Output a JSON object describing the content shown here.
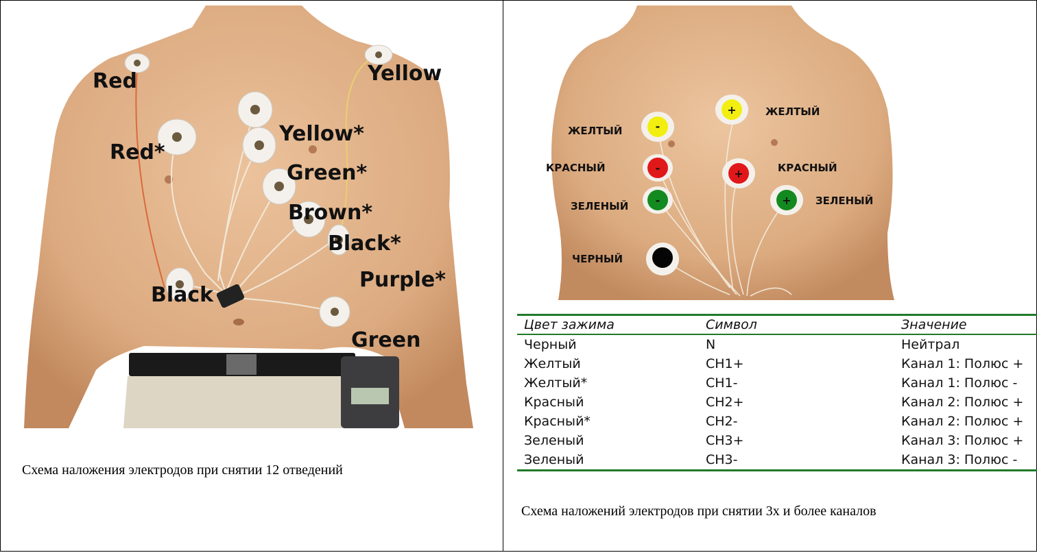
{
  "left_panel": {
    "labels": [
      "Red",
      "Yellow",
      "Red*",
      "Yellow*",
      "Green*",
      "Brown*",
      "Black*",
      "Purple*",
      "Black",
      "Green"
    ],
    "caption": "Схема наложения электродов  при снятии 12 отведений"
  },
  "right_panel": {
    "labels": [
      "ЖЕЛТЫЙ",
      "ЖЕЛТЫЙ",
      "КРАСНЫЙ",
      "КРАСНЫЙ",
      "ЗЕЛЕНЫЙ",
      "ЗЕЛЕНЫЙ",
      "ЧЕРНЫЙ"
    ],
    "symbols": [
      "-",
      "+",
      "-",
      "+",
      "-",
      "+"
    ],
    "table": {
      "headers": [
        "Цвет зажима",
        "Символ",
        "Значение"
      ],
      "rows": [
        [
          "Черный",
          "N",
          "Нейтрал"
        ],
        [
          "Желтый",
          "CH1+",
          "Канал 1: Полюс +"
        ],
        [
          "Желтый*",
          "CH1-",
          "Канал 1: Полюс -"
        ],
        [
          "Красный",
          "CH2+",
          "Канал 2: Полюс +"
        ],
        [
          "Красный*",
          "CH2-",
          "Канал 2: Полюс +"
        ],
        [
          "Зеленый",
          "CH3+",
          "Канал 3: Полюс +"
        ],
        [
          "Зеленый",
          "CH3-",
          "Канал 3: Полюс -"
        ]
      ]
    },
    "caption": "Схема наложений электродов при снятии 3х и более каналов"
  },
  "colors": {
    "skin": "#e2b48c",
    "skin_shade": "#c99066",
    "table_rule": "#1f7a2a",
    "electrode_yellow": "#f2ee10",
    "electrode_red": "#e0181a",
    "electrode_green": "#138a1f",
    "electrode_black": "#050505"
  }
}
